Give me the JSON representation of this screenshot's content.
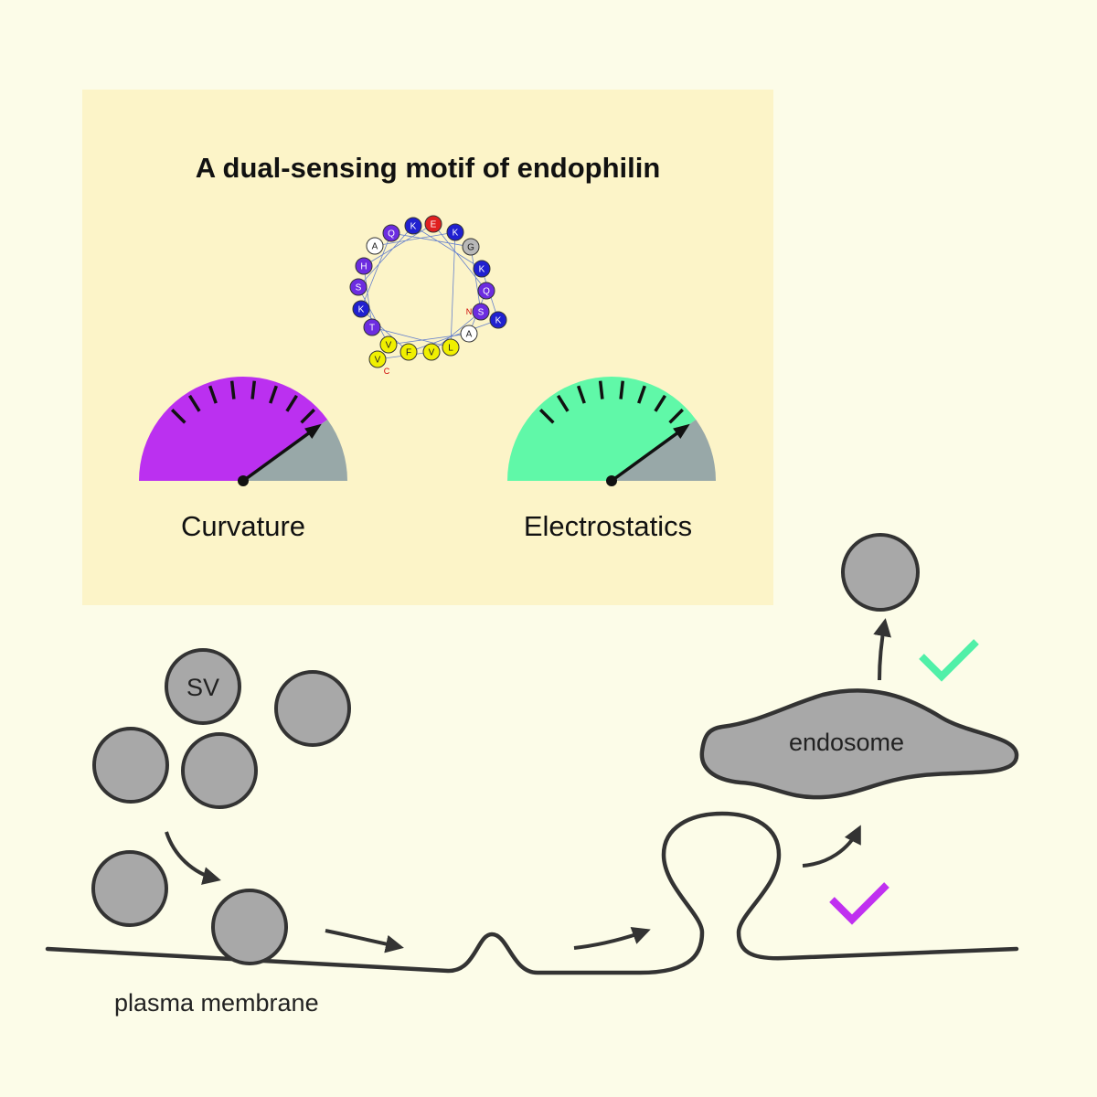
{
  "panel": {
    "title": "A dual-sensing motif of endophilin",
    "background": "#fcf4c8"
  },
  "helical_wheel": {
    "residues": [
      {
        "letter": "Q",
        "color": "#6c2ce0"
      },
      {
        "letter": "K",
        "color": "#2020d0"
      },
      {
        "letter": "E",
        "color": "#e02020"
      },
      {
        "letter": "K",
        "color": "#2020d0"
      },
      {
        "letter": "G",
        "color": "#b8b8b8"
      },
      {
        "letter": "K",
        "color": "#2020d0"
      },
      {
        "letter": "Q",
        "color": "#6c2ce0"
      },
      {
        "letter": "S",
        "color": "#6c2ce0"
      },
      {
        "letter": "K",
        "color": "#2020d0"
      },
      {
        "letter": "A",
        "color": "#ffffff"
      },
      {
        "letter": "L",
        "color": "#f0f000"
      },
      {
        "letter": "V",
        "color": "#f0f000"
      },
      {
        "letter": "F",
        "color": "#f0f000"
      },
      {
        "letter": "V",
        "color": "#f0f000"
      },
      {
        "letter": "V",
        "color": "#f0f000"
      },
      {
        "letter": "T",
        "color": "#6c2ce0"
      },
      {
        "letter": "K",
        "color": "#2020d0"
      },
      {
        "letter": "S",
        "color": "#6c2ce0"
      },
      {
        "letter": "H",
        "color": "#6c2ce0"
      },
      {
        "letter": "A",
        "color": "#ffffff"
      }
    ],
    "n_terminus": "N",
    "c_terminus": "C"
  },
  "gauges": [
    {
      "label": "Curvature",
      "color": "#bb30f0",
      "level": 0.8
    },
    {
      "label": "Electrostatics",
      "color": "#60f8a8",
      "level": 0.8
    }
  ],
  "gauge_track_color": "#98a8a8",
  "diagram": {
    "vesicle_label": "SV",
    "endosome_label": "endosome",
    "membrane_label": "plasma membrane",
    "vesicle_color": "#a8a8a8",
    "check_colors": {
      "endosome_to_vesicle": "#50f0a8",
      "membrane_to_endosome": "#c030f0"
    }
  }
}
